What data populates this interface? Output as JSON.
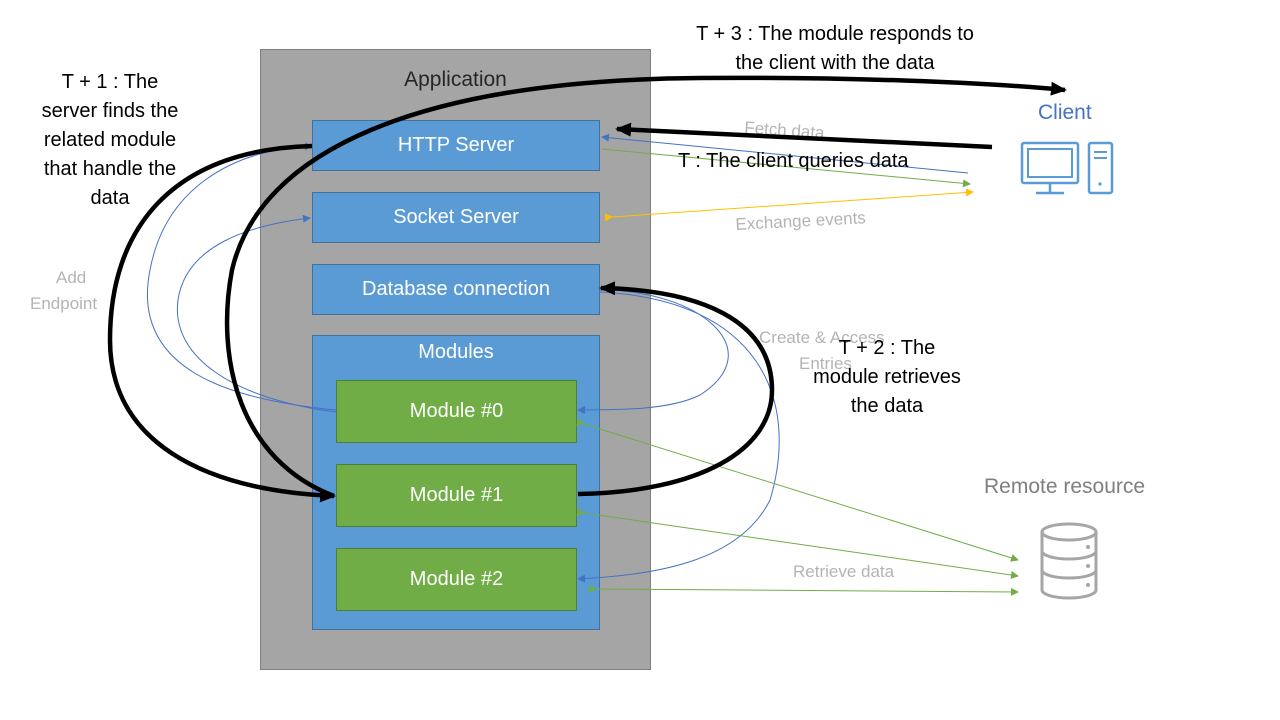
{
  "application": {
    "title": "Application",
    "http_server": "HTTP Server",
    "socket_server": "Socket Server",
    "database_connection": "Database connection",
    "modules_title": "Modules",
    "modules": [
      "Module #0",
      "Module #1",
      "Module #2"
    ]
  },
  "client": {
    "label": "Client"
  },
  "remote": {
    "label": "Remote resource"
  },
  "annotations": {
    "t": "T : The client queries data",
    "t1": [
      "T + 1 : The",
      "server finds the",
      "related module",
      "that handle the",
      "data"
    ],
    "t2": [
      "T + 2 : The",
      "module retrieves",
      "the data"
    ],
    "t3": [
      "T + 3 : The module responds to",
      "the client with the data"
    ]
  },
  "faint_labels": {
    "fetch_data": "Fetch data",
    "exchange_events": "Exchange events",
    "add_endpoint": [
      "Add",
      "Endpoint"
    ],
    "create_access": [
      "Create  & Access",
      "Entries"
    ],
    "retrieve_data": "Retrieve  data"
  },
  "colors": {
    "app_bg": "#a5a5a5",
    "blue": "#5b9bd5",
    "green": "#70ad47",
    "client_blue": "#4472c4",
    "event_yellow": "#ffc000",
    "arrow_black": "#000000"
  },
  "icons": {
    "client": "desktop-computer-icon",
    "remote": "database-icon"
  }
}
